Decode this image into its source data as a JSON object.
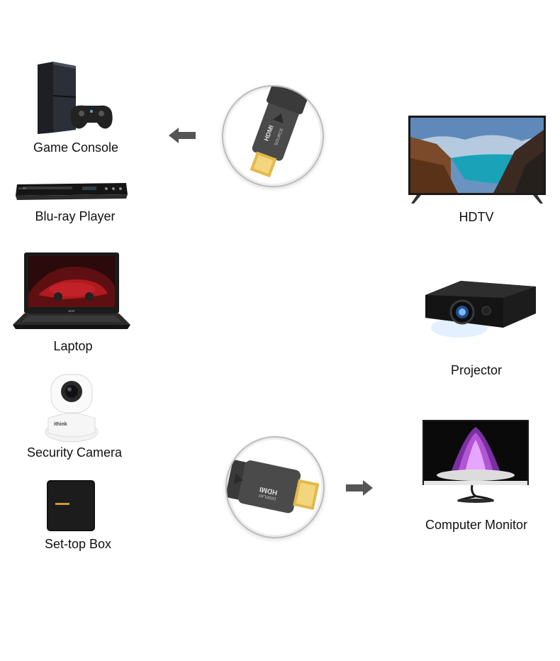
{
  "devices": {
    "game_console": "Game Console",
    "bluray_player": "Blu-ray Player",
    "laptop": "Laptop",
    "security_camera": "Security Camera",
    "settop_box": "Set-top Box",
    "hdtv": "HDTV",
    "projector": "Projector",
    "computer_monitor": "Computer Monitor"
  },
  "connectors": {
    "top_label": "HDMI",
    "top_sublabel": "SOURCE",
    "bottom_label": "HDMI",
    "bottom_sublabel": "DISPLAY"
  },
  "brand_marks": {
    "laptop_brand": "acer",
    "camera_brand": "ithink",
    "bluray_brand": "SONY"
  },
  "colors": {
    "background": "#ffffff",
    "arrow": "#555555",
    "connector_body": "#4a4a4a",
    "connector_plug": "#e3b94a"
  }
}
